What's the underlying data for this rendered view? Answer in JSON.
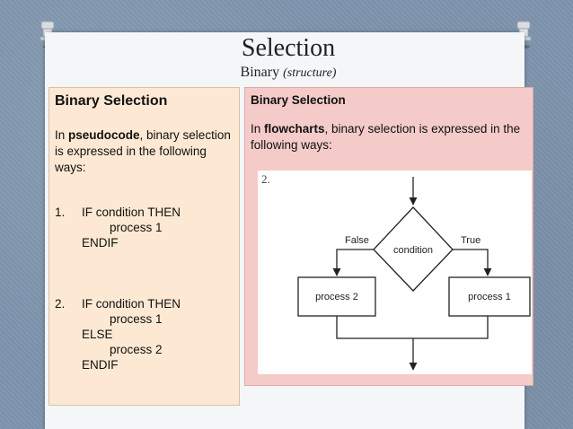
{
  "slide": {
    "title": "Selection",
    "subtitle_main": "Binary",
    "subtitle_paren": "(structure)",
    "colors": {
      "background": "#7f95ad",
      "left_box": "#fde9d3",
      "right_box": "#f4cbc8"
    }
  },
  "left": {
    "heading": "Binary Selection",
    "intro_prefix": "In ",
    "intro_bold": "pseudocode",
    "intro_suffix": ", binary selection is expressed in the following ways:",
    "item1": {
      "num": "1.",
      "line1": "IF condition THEN",
      "line2": "process 1",
      "line3": "ENDIF"
    },
    "item2": {
      "num": "2.",
      "line1": "IF condition THEN",
      "line2": "process 1",
      "line3": "ELSE",
      "line4": "process 2",
      "line5": "ENDIF"
    }
  },
  "right": {
    "heading": "Binary Selection",
    "intro_prefix": "In ",
    "intro_bold": "flowcharts",
    "intro_suffix": ", binary selection is expressed in the following ways:",
    "figure": {
      "label": "2.",
      "decision": "condition",
      "false_label": "False",
      "true_label": "True",
      "process_left": "process 2",
      "process_right": "process 1"
    }
  }
}
